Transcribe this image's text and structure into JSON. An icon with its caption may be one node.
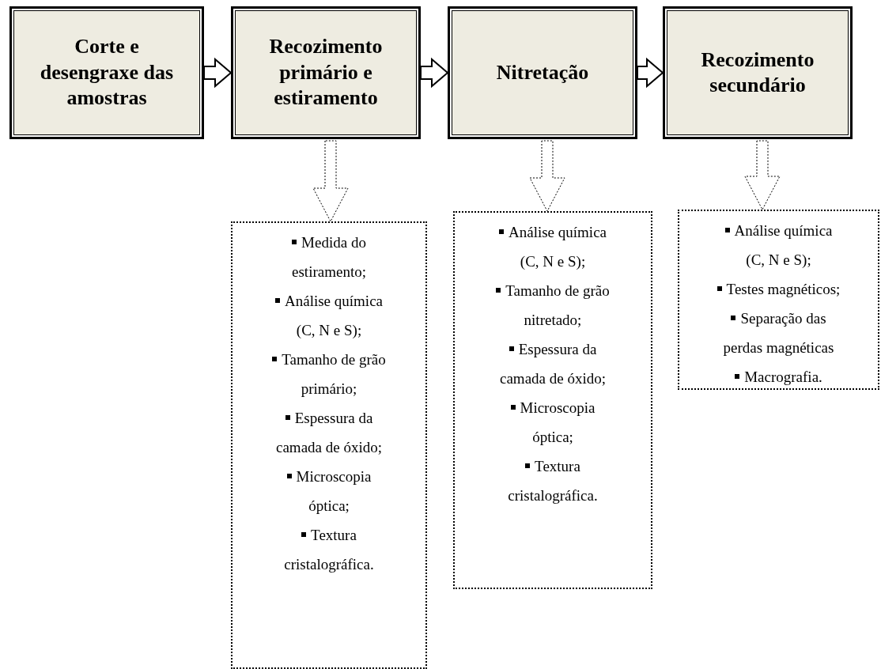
{
  "diagram": {
    "nodes": [
      {
        "text": [
          "Corte e desengraxe das amostras"
        ]
      },
      {
        "text": [
          "Recozimento primário e estiramento"
        ]
      },
      {
        "text": [
          "Nitretação"
        ]
      },
      {
        "text": [
          "Recozimento secundário"
        ]
      },
      {
        "text": [
          "Medida do estiramento;",
          "Análise química (C, N e S);",
          "Tamanho de grão primário;",
          "Espessura da camada de óxido;",
          "Microscopia óptica;",
          "Textura cristalográfica."
        ]
      },
      {
        "text": [
          "Análise química (C, N e S);",
          "Tamanho de grão nitretado;",
          "Espessura da camada de óxido;",
          "Microscopia óptica;",
          "Textura cristalográfica."
        ]
      },
      {
        "text": [
          "Análise química (C, N e S);",
          "Testes magnéticos;",
          "Separação das perdas magnéticas",
          "Macrografia."
        ]
      }
    ],
    "edges": [
      {
        "from": 0,
        "to": 1,
        "arrow": "to"
      },
      {
        "from": 1,
        "to": 2,
        "arrow": "to"
      },
      {
        "from": 2,
        "to": 3,
        "arrow": "to"
      },
      {
        "from": 1,
        "to": 4,
        "arrow": "to",
        "style": "dashed"
      },
      {
        "from": 2,
        "to": 5,
        "arrow": "to",
        "style": "dashed"
      },
      {
        "from": 3,
        "to": 6,
        "arrow": "to",
        "style": "dashed"
      }
    ]
  }
}
